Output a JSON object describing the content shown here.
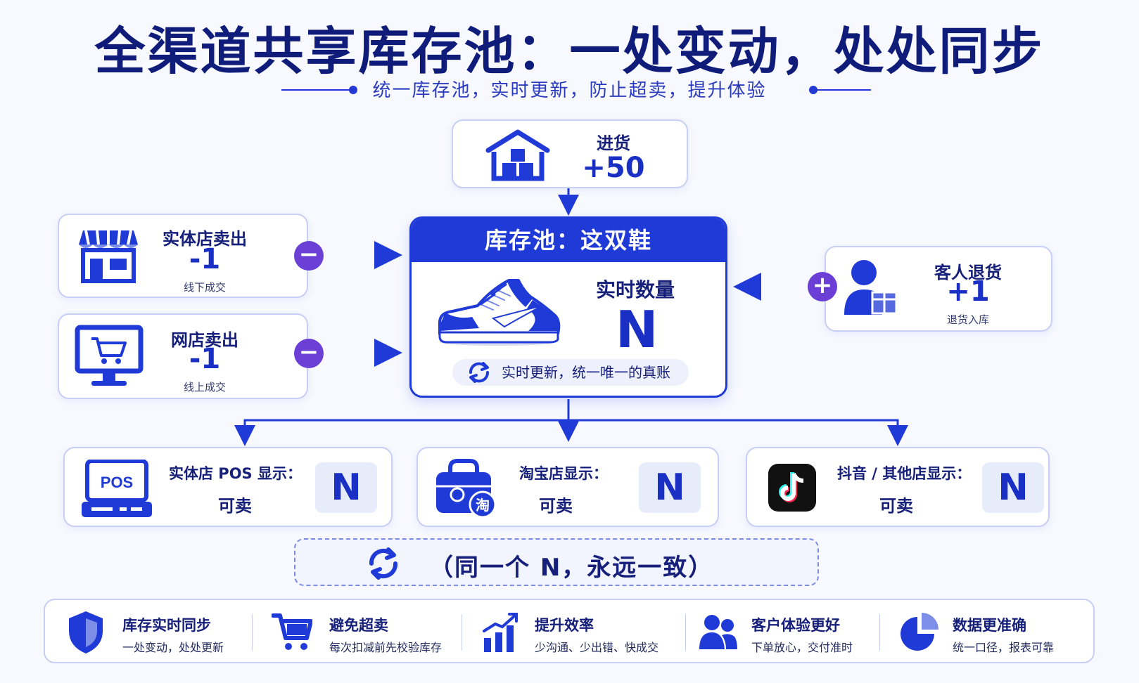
{
  "title": "全渠道共享库存池：一处变动，处处同步",
  "subtitle": "统一库存池，实时更新，防止超卖，提升体验",
  "restock": {
    "label": "进货",
    "value": "+50",
    "icon": "warehouse-icon"
  },
  "store_sale": {
    "label": "实体店卖出",
    "value": "-1",
    "note": "线下成交",
    "icon": "storefront-icon"
  },
  "online_sale": {
    "label": "网店卖出",
    "value": "-1",
    "note": "线上成交",
    "icon": "monitor-cart-icon"
  },
  "customer_return": {
    "label": "客人退货",
    "value": "+1",
    "note": "退货入库",
    "icon": "customer-box-icon"
  },
  "pool": {
    "header": "库存池：这双鞋",
    "quantity_label": "实时数量",
    "quantity": "N",
    "note": "实时更新，统一唯一的真账",
    "icon": "sneaker-icon"
  },
  "displays": [
    {
      "label": "实体店 POS 显示：",
      "status": "可卖",
      "value": "N",
      "icon": "pos-terminal-icon"
    },
    {
      "label": "淘宝店显示：",
      "status": "可卖",
      "value": "N",
      "icon": "taobao-bag-icon"
    },
    {
      "label": "抖音 / 其他店显示：",
      "status": "可卖",
      "value": "N",
      "icon": "tiktok-icon"
    }
  ],
  "consistency": "（同一个 N，永远一致）",
  "features": [
    {
      "title": "库存实时同步",
      "desc": "一处变动，处处更新",
      "icon": "shield-icon"
    },
    {
      "title": "避免超卖",
      "desc": "每次扣减前先校验库存",
      "icon": "cart-icon"
    },
    {
      "title": "提升效率",
      "desc": "少沟通、少出错、快成交",
      "icon": "bar-chart-icon"
    },
    {
      "title": "客户体验更好",
      "desc": "下单放心，交付准时",
      "icon": "users-icon"
    },
    {
      "title": "数据更准确",
      "desc": "统一口径，报表可靠",
      "icon": "pie-chart-icon"
    }
  ],
  "colors": {
    "primary": "#1f3ad6",
    "navy": "#16207a",
    "accent_purple": "#6b3fd6",
    "background": "#f7f9ff"
  }
}
